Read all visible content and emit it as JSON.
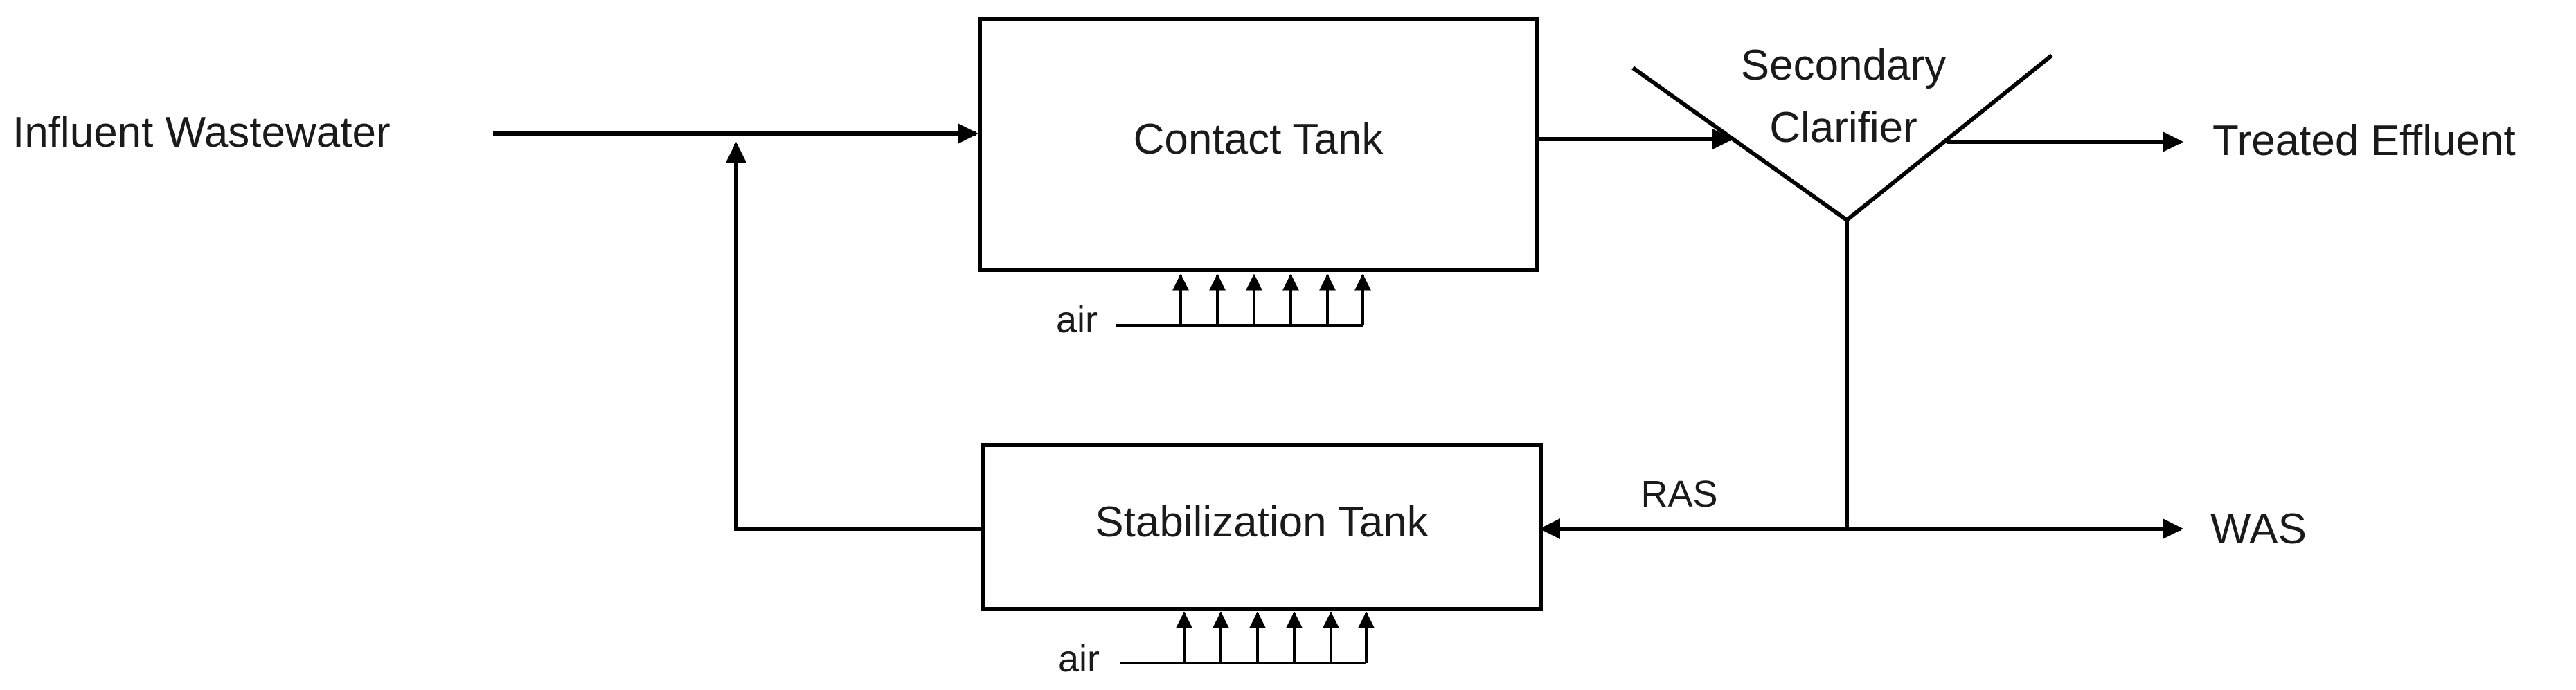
{
  "diagram": {
    "nodes": {
      "influent": "Influent Wastewater",
      "contact_tank": "Contact Tank",
      "clarifier_line1": "Secondary",
      "clarifier_line2": "Clarifier",
      "treated_effluent": "Treated Effluent",
      "stabilization_tank": "Stabilization Tank",
      "ras": "RAS",
      "was": "WAS",
      "air_contact": "air",
      "air_stabilization": "air"
    },
    "flows": [
      {
        "from": "Influent Wastewater",
        "to": "Contact Tank"
      },
      {
        "from": "Contact Tank",
        "to": "Secondary Clarifier"
      },
      {
        "from": "Secondary Clarifier",
        "to": "Treated Effluent"
      },
      {
        "from": "Secondary Clarifier",
        "to": "Stabilization Tank",
        "label": "RAS"
      },
      {
        "from": "Secondary Clarifier",
        "to": "WAS"
      },
      {
        "from": "Stabilization Tank",
        "to": "Contact Tank"
      }
    ],
    "colors": {
      "line": "#000000",
      "text": "#1a1a1a",
      "background": "#ffffff"
    }
  }
}
